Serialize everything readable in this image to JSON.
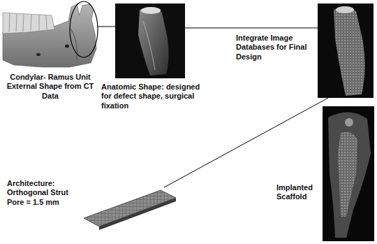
{
  "diagram": {
    "nodes": [
      {
        "text": [
          "Condylar- Ramus Unit External Shape from CT Data"
        ]
      },
      {
        "text": [
          "Anatomic Shape: designed for defect shape, surgical fixation"
        ]
      },
      {
        "text": [
          "Integrate Image Databases for Final Design"
        ]
      },
      {
        "text": [
          "Architecture: Orthogonal Strut Pore = 1.5 mm"
        ]
      },
      {
        "text": [
          "Implanted Scaffold"
        ]
      }
    ],
    "edges": [
      {
        "from": 0,
        "to": 1,
        "arrow": "none"
      },
      {
        "from": 1,
        "to": 2,
        "arrow": "none"
      },
      {
        "from": 3,
        "to": 2,
        "arrow": "none"
      }
    ]
  }
}
